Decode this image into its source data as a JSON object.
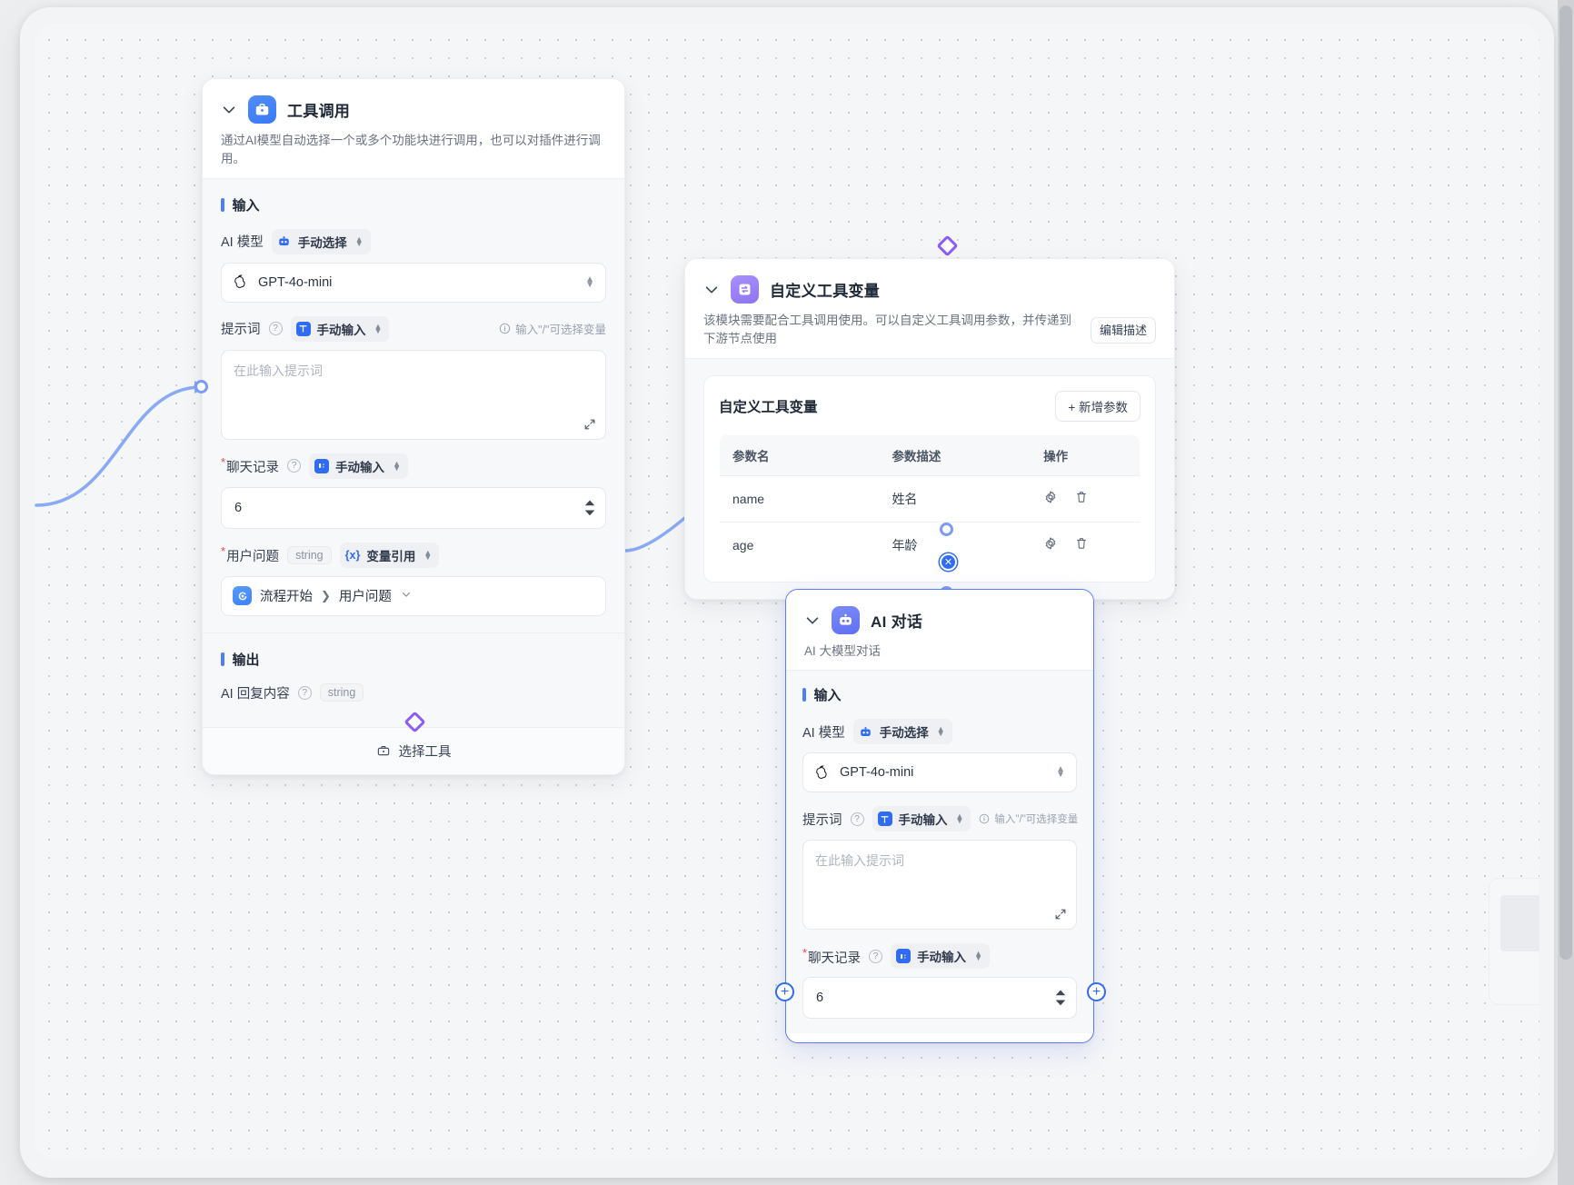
{
  "nodes": {
    "tool_call": {
      "title": "工具调用",
      "desc": "通过AI模型自动选择一个或多个功能块进行调用，也可以对插件进行调用。",
      "input_section": "输入",
      "output_section": "输出",
      "ai_model_label": "AI 模型",
      "ai_model_mode": "手动选择",
      "ai_model_value": "GPT-4o-mini",
      "prompt_label": "提示词",
      "prompt_mode": "手动输入",
      "prompt_hint": "输入\"/\"可选择变量",
      "prompt_placeholder": "在此输入提示词",
      "history_label": "聊天记录",
      "history_mode": "手动输入",
      "history_value": "6",
      "question_label": "用户问题",
      "question_type": "string",
      "question_mode": "变量引用",
      "question_ref_node": "流程开始",
      "question_ref_field": "用户问题",
      "output_label": "AI 回复内容",
      "output_type": "string",
      "footer_button": "选择工具"
    },
    "tool_vars": {
      "title": "自定义工具变量",
      "desc": "该模块需要配合工具调用使用。可以自定义工具调用参数，并传递到下游节点使用",
      "edit_desc_button": "编辑描述",
      "panel_title": "自定义工具变量",
      "add_button": "+ 新增参数",
      "columns": [
        "参数名",
        "参数描述",
        "操作"
      ],
      "rows": [
        {
          "name": "name",
          "desc": "姓名"
        },
        {
          "name": "age",
          "desc": "年龄"
        }
      ]
    },
    "ai_chat": {
      "title": "AI 对话",
      "desc": "AI 大模型对话",
      "input_section": "输入",
      "ai_model_label": "AI 模型",
      "ai_model_mode": "手动选择",
      "ai_model_value": "GPT-4o-mini",
      "prompt_label": "提示词",
      "prompt_mode": "手动输入",
      "prompt_hint": "输入\"/\"可选择变量",
      "prompt_placeholder": "在此输入提示词",
      "history_label": "聊天记录",
      "history_mode": "手动输入",
      "history_value": "6"
    }
  },
  "icons": {
    "chevron_down": "⌄",
    "toolbox": "toolbox-icon",
    "variables": "variables-icon",
    "robot": "robot-icon",
    "gear": "gear-icon",
    "trash": "trash-icon",
    "expand": "expand-icon"
  },
  "colors": {
    "accent_blue": "#2f6bf3",
    "purple": "#8b5cf6",
    "edge_blue": "#8aaaf5",
    "canvas": "#f5f6f8",
    "required_red": "#ef4444"
  }
}
